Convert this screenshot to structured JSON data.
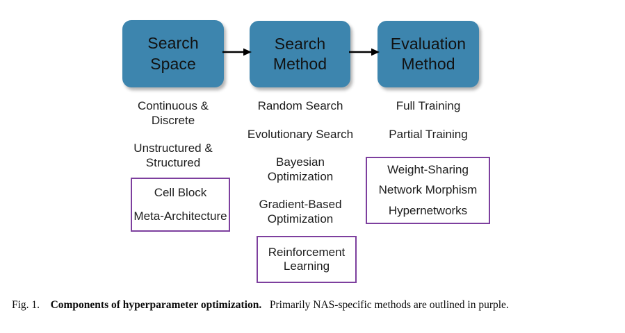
{
  "figure": {
    "background_color": "#ffffff",
    "box_fill_color": "#3d85ae",
    "nas_outline_color": "#7d3f9e",
    "text_color": "#1c1c1c",
    "stages": [
      {
        "label_line_1": "Search",
        "label_line_2": "Space"
      },
      {
        "label_line_1": "Search",
        "label_line_2": "Method"
      },
      {
        "label_line_1": "Evaluation",
        "label_line_2": "Method"
      }
    ],
    "arrows": [
      {
        "name": "arrow-search-space-to-search-method",
        "direction": "right"
      },
      {
        "name": "arrow-search-method-to-evaluation-method",
        "direction": "right"
      }
    ],
    "columns": [
      {
        "name": "search-space",
        "items": [
          {
            "line_1": "Continuous &",
            "line_2": "Discrete"
          },
          {
            "line_1": "Unstructured &",
            "line_2": "Structured"
          }
        ]
      },
      {
        "name": "search-method",
        "items": [
          {
            "line_1": "Random Search",
            "line_2": ""
          },
          {
            "line_1": "Evolutionary Search",
            "line_2": ""
          },
          {
            "line_1": "Bayesian",
            "line_2": "Optimization"
          },
          {
            "line_1": "Gradient-Based",
            "line_2": "Optimization"
          }
        ]
      },
      {
        "name": "evaluation-method",
        "items": [
          {
            "line_1": "Full Training",
            "line_2": ""
          },
          {
            "line_1": "Partial Training",
            "line_2": ""
          }
        ]
      }
    ],
    "nas_boxes": [
      {
        "name": "nas-box-search-space",
        "lines": [
          "Cell Block",
          "Meta-Architecture"
        ]
      },
      {
        "name": "nas-box-evaluation-method",
        "lines": [
          "Weight-Sharing",
          "Network Morphism",
          "Hypernetworks"
        ]
      },
      {
        "name": "nas-box-search-method",
        "lines": [
          "Reinforcement",
          "Learning"
        ]
      }
    ]
  },
  "caption": {
    "figure_number": "Fig. 1.",
    "title": "Components of hyperparameter optimization.",
    "description": "Primarily NAS-specific methods are outlined in purple."
  }
}
